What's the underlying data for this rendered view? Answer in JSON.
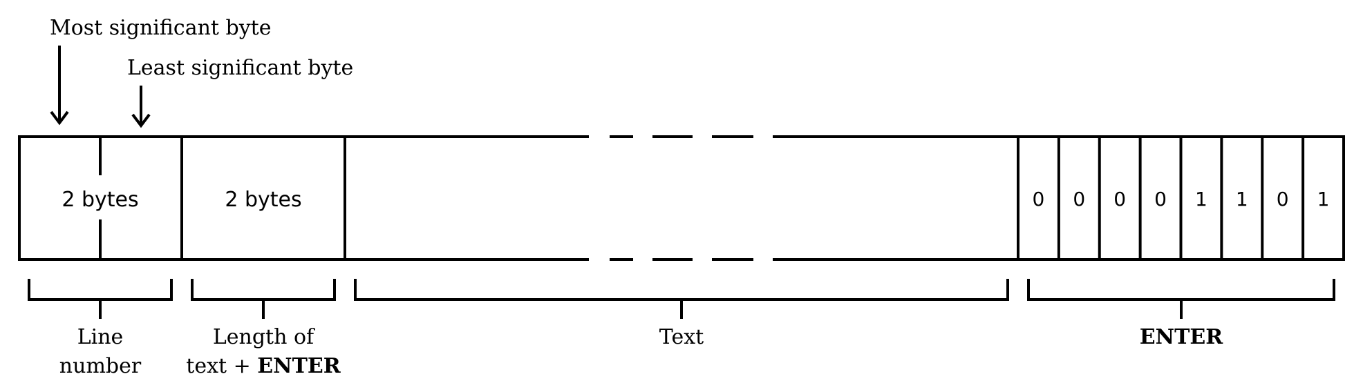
{
  "annotations": {
    "msb_label": "Most significant byte",
    "lsb_label": "Least significant byte"
  },
  "cells": {
    "line_number_bytes": "2 bytes",
    "length_bytes": "2 bytes"
  },
  "enter_bits": [
    "0",
    "0",
    "0",
    "0",
    "1",
    "1",
    "0",
    "1"
  ],
  "brackets": {
    "line_number": {
      "line1": "Line",
      "line2": "number"
    },
    "length": {
      "line1": "Length of",
      "line2_prefix": "text + ",
      "line2_bold": "ENTER"
    },
    "text": "Text",
    "enter": "ENTER"
  }
}
